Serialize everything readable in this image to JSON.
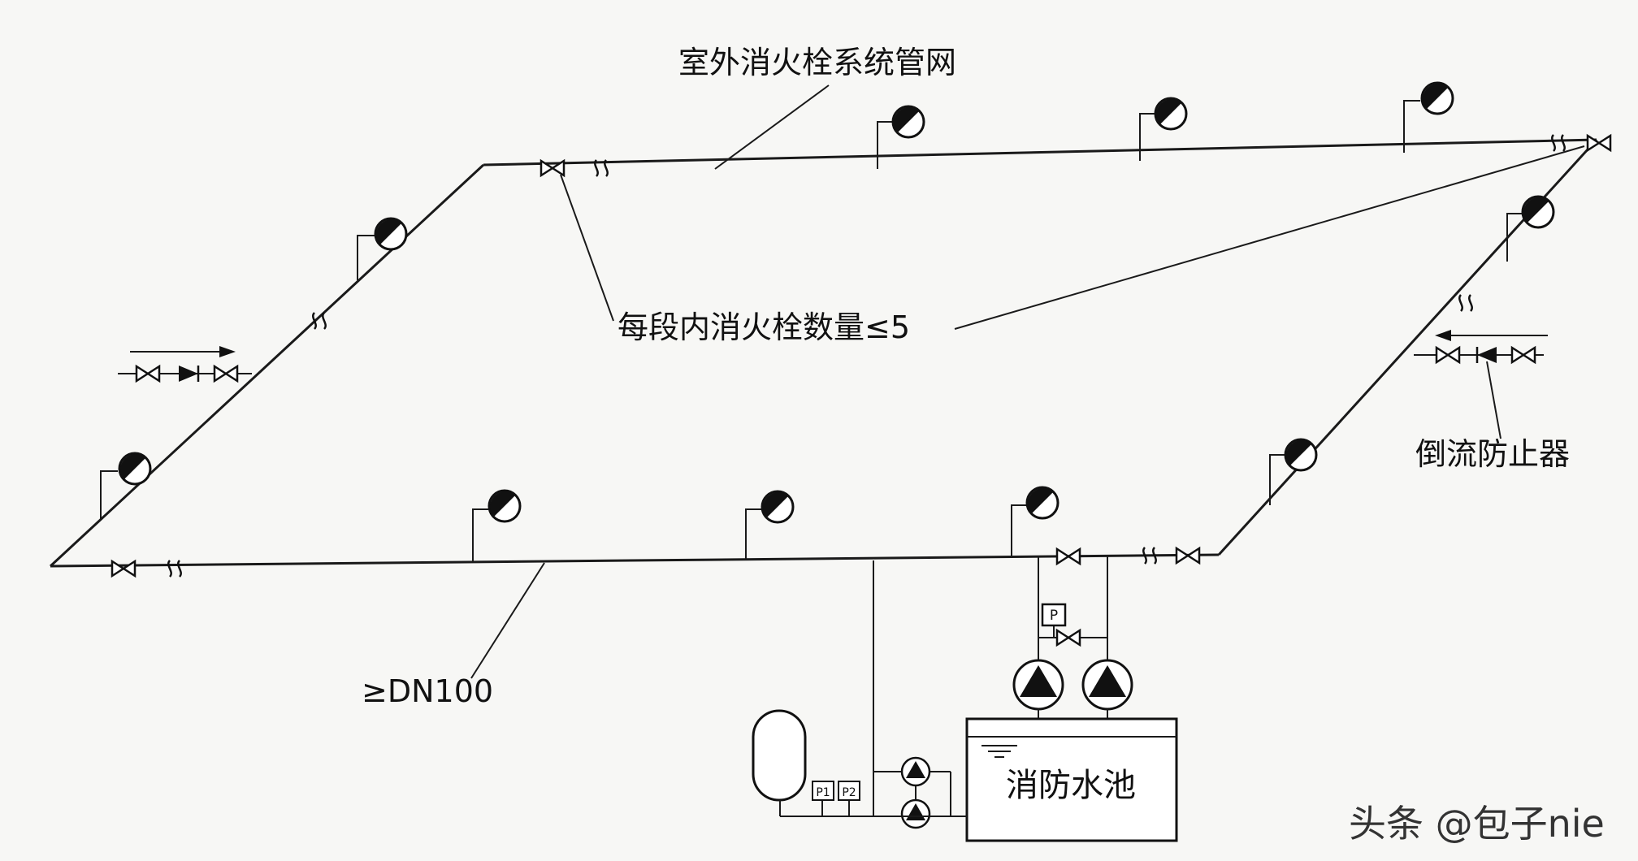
{
  "labels": {
    "network": "室外消火栓系统管网",
    "per_segment": "每段内消火栓数量≤5",
    "backflow": "倒流防止器",
    "pipe_size": "≥DN100",
    "pool": "消防水池",
    "gauge_p": "P",
    "gauge_p1": "P1",
    "gauge_p2": "P2"
  },
  "watermark": "头条 @包子nie"
}
